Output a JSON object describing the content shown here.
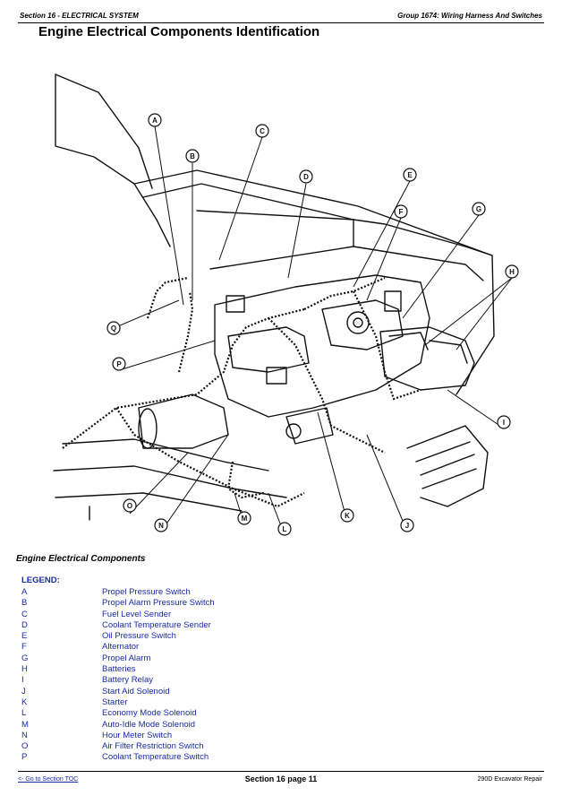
{
  "header": {
    "section": "Section 16 - ELECTRICAL SYSTEM",
    "group": "Group 1674: Wiring Harness And Switches"
  },
  "title": "Engine Electrical Components Identification",
  "diagram": {
    "callouts": [
      "A",
      "B",
      "C",
      "D",
      "E",
      "F",
      "G",
      "H",
      "I",
      "J",
      "K",
      "L",
      "M",
      "N",
      "O",
      "P",
      "Q"
    ]
  },
  "components_heading": "Engine Electrical Components",
  "legend_label": "LEGEND:",
  "legend": [
    {
      "key": "A",
      "value": "Propel Pressure Switch"
    },
    {
      "key": "B",
      "value": "Propel Alarm Pressure Switch"
    },
    {
      "key": "C",
      "value": "Fuel Level Sender"
    },
    {
      "key": "D",
      "value": "Coolant Temperature Sender"
    },
    {
      "key": "E",
      "value": "Oil Pressure Switch"
    },
    {
      "key": "F",
      "value": "Alternator"
    },
    {
      "key": "G",
      "value": "Propel Alarm"
    },
    {
      "key": "H",
      "value": "Batteries"
    },
    {
      "key": "I",
      "value": "Battery Relay"
    },
    {
      "key": "J",
      "value": "Start Aid Solenoid"
    },
    {
      "key": "K",
      "value": "Starter"
    },
    {
      "key": "L",
      "value": "Economy Mode Solenoid"
    },
    {
      "key": "M",
      "value": "Auto-Idle Mode Solenoid"
    },
    {
      "key": "N",
      "value": "Hour Meter Switch"
    },
    {
      "key": "O",
      "value": "Air Filter Restriction Switch"
    },
    {
      "key": "P",
      "value": "Coolant Temperature Switch"
    }
  ],
  "footer": {
    "toc_link": "<- Go to Section TOC",
    "page": "Section 16 page 11",
    "manual": "290D Excavator Repair"
  }
}
